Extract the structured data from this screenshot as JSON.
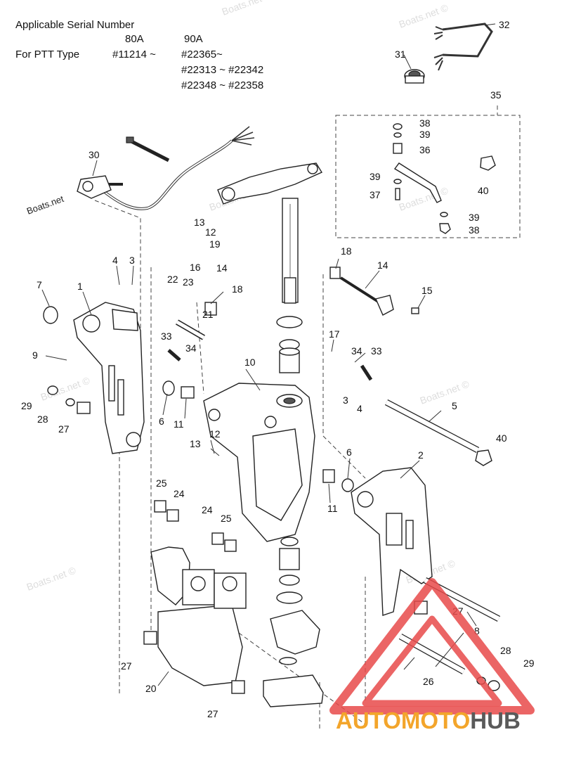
{
  "header": {
    "title": "Applicable Serial Number",
    "model_80": "80A",
    "model_90": "90A",
    "ptt_label": "For PTT Type",
    "serial_80": "#11214 ~",
    "serial_90_1": "#22365~",
    "serial_90_2": "#22313 ~ #22342",
    "serial_90_3": "#22348 ~ #22358"
  },
  "watermark": "Boats.net ©",
  "watermark_short": "Boats.net",
  "brand": {
    "auto": "AUTO",
    "moto": "MOTO",
    "hub": "HUB",
    "colors": {
      "auto": "#f3a52b",
      "moto": "#f3a52b",
      "hub": "#5a5a5a",
      "triangle": "#e84a4a"
    }
  },
  "callouts": {
    "c1": "1",
    "c2": "2",
    "c3a": "3",
    "c3b": "3",
    "c4a": "4",
    "c4b": "4",
    "c5": "5",
    "c6a": "6",
    "c6b": "6",
    "c7": "7",
    "c8": "8",
    "c9": "9",
    "c10": "10",
    "c11a": "11",
    "c11b": "11",
    "c12a": "12",
    "c12b": "12",
    "c13a": "13",
    "c13b": "13",
    "c14a": "14",
    "c14b": "14",
    "c15": "15",
    "c16": "16",
    "c17": "17",
    "c18a": "18",
    "c18b": "18",
    "c19": "19",
    "c20": "20",
    "c21": "21",
    "c22": "22",
    "c23": "23",
    "c24a": "24",
    "c24b": "24",
    "c25a": "25",
    "c25b": "25",
    "c26": "26",
    "c27a": "27",
    "c27b": "27",
    "c27c": "27",
    "c27d": "27",
    "c28a": "28",
    "c28b": "28",
    "c29a": "29",
    "c29b": "29",
    "c30": "30",
    "c31": "31",
    "c32": "32",
    "c33a": "33",
    "c33b": "33",
    "c34a": "34",
    "c34b": "34",
    "c35": "35",
    "c36": "36",
    "c37": "37",
    "c38a": "38",
    "c38b": "38",
    "c39a": "39",
    "c39b": "39",
    "c39c": "39",
    "c40a": "40",
    "c40b": "40"
  }
}
